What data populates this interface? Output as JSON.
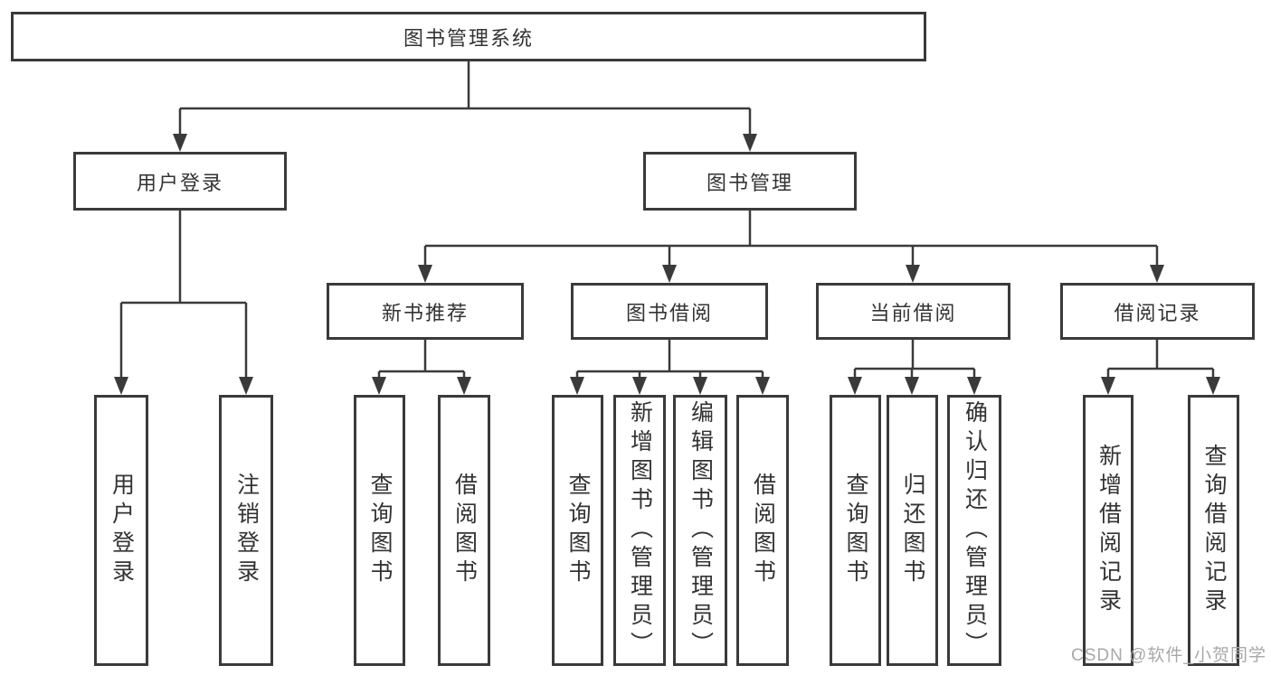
{
  "diagram": {
    "tree": {
      "label": "图书管理系统",
      "children": [
        {
          "label": "用户登录",
          "children": [
            {
              "label": "用户登录"
            },
            {
              "label": "注销登录"
            }
          ]
        },
        {
          "label": "图书管理",
          "children": [
            {
              "label": "新书推荐",
              "children": [
                {
                  "label": "查询图书"
                },
                {
                  "label": "借阅图书"
                }
              ]
            },
            {
              "label": "图书借阅",
              "children": [
                {
                  "label": "查询图书"
                },
                {
                  "label": "新增图书（管理员）"
                },
                {
                  "label": "编辑图书（管理员）"
                },
                {
                  "label": "借阅图书"
                }
              ]
            },
            {
              "label": "当前借阅",
              "children": [
                {
                  "label": "查询图书"
                },
                {
                  "label": "归还图书"
                },
                {
                  "label": "确认归还（管理员）"
                }
              ]
            },
            {
              "label": "借阅记录",
              "children": [
                {
                  "label": "新增借阅记录"
                },
                {
                  "label": "查询借阅记录"
                }
              ]
            }
          ]
        }
      ]
    },
    "watermark": {
      "text": "CSDN @软件_小贺同学"
    },
    "colors": {
      "line": "#3a3a3a",
      "box_border": "#3a3a3a",
      "text": "#333333",
      "watermark": "#a8a8a8",
      "background": "#ffffff"
    }
  }
}
